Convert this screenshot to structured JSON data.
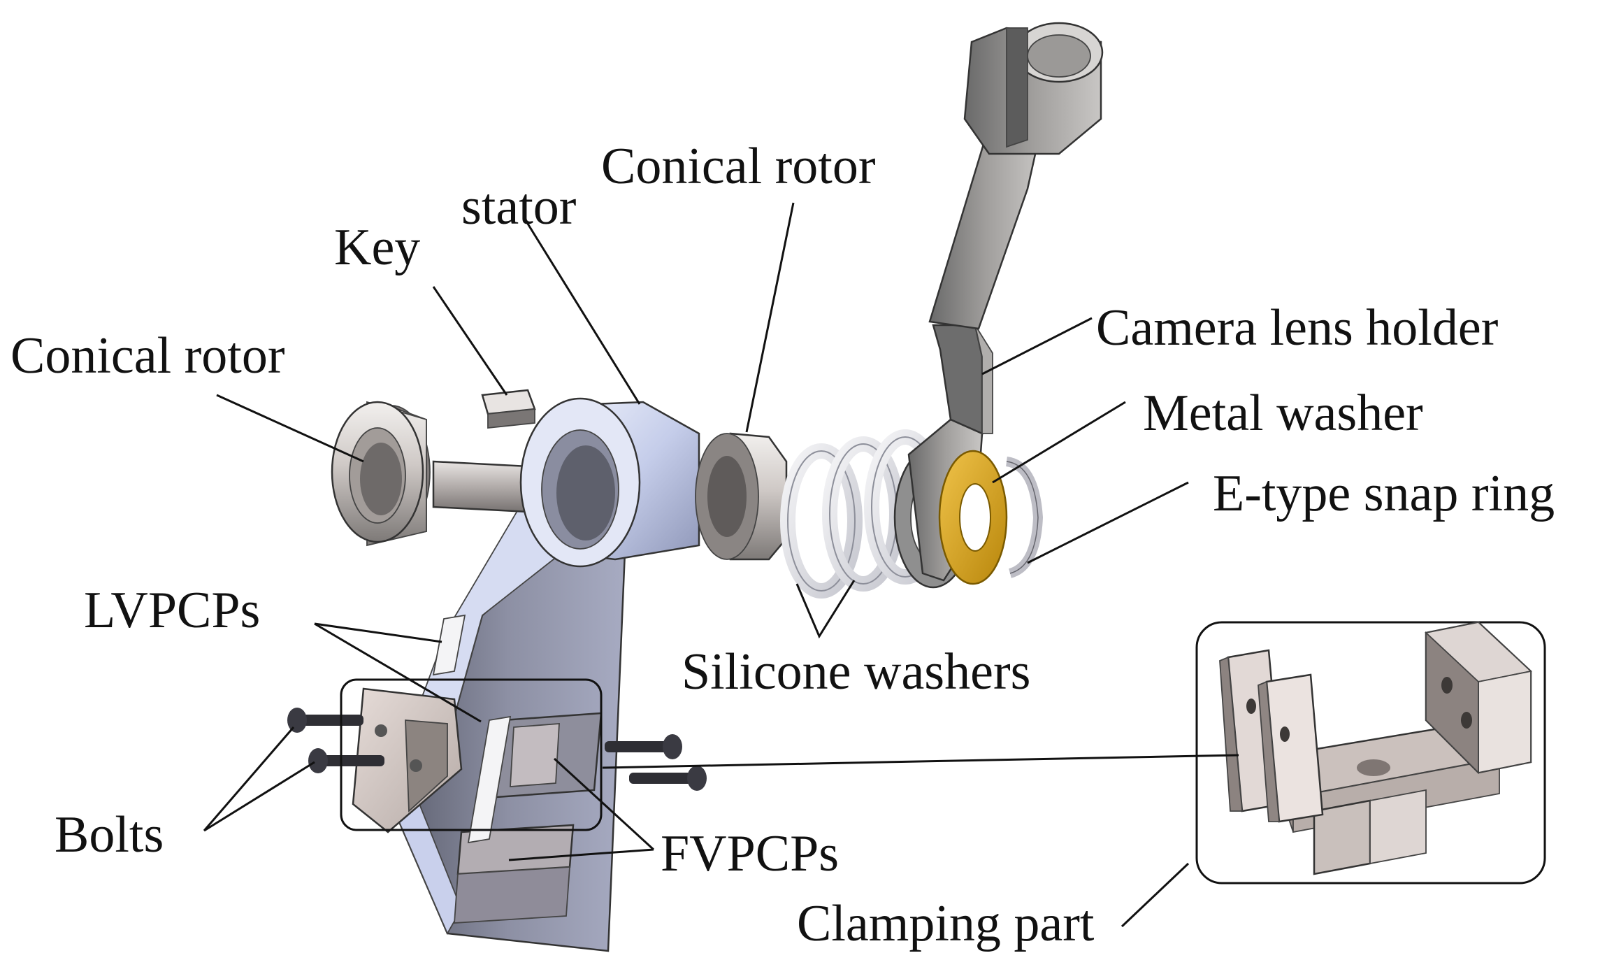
{
  "labels": {
    "conical_rotor_left": "Conical rotor",
    "key": "Key",
    "stator": "stator",
    "conical_rotor_right": "Conical rotor",
    "camera_lens_holder": "Camera lens holder",
    "metal_washer": "Metal washer",
    "e_type_snap_ring": "E-type snap ring",
    "silicone_washers": "Silicone washers",
    "lvpcps": "LVPCPs",
    "bolts": "Bolts",
    "fvpcps": "FVPCPs",
    "clamping_part": "Clamping part"
  },
  "colors": {
    "metal_washer": "#d9a520",
    "stator_blue": "#c9d2ee",
    "piezo_gray": "#9a9aa6",
    "holder_gray": "#8f8f8f"
  }
}
